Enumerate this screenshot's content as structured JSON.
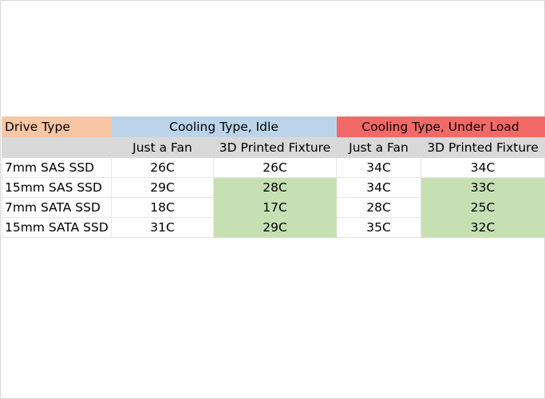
{
  "table": {
    "header1": {
      "drive_type": "Drive Type",
      "group_idle": "Cooling Type, Idle",
      "group_load": "Cooling Type, Under Load"
    },
    "header2": [
      "",
      "Just a Fan",
      "3D Printed Fixture",
      "Just a Fan",
      "3D Printed Fixture"
    ],
    "rows": [
      {
        "drive": "7mm SAS SSD",
        "idle_fan": "26C",
        "idle_fixture": "26C",
        "load_fan": "34C",
        "load_fixture": "34C"
      },
      {
        "drive": "15mm SAS SSD",
        "idle_fan": "29C",
        "idle_fixture": "28C",
        "load_fan": "34C",
        "load_fixture": "33C"
      },
      {
        "drive": "7mm SATA SSD",
        "idle_fan": "18C",
        "idle_fixture": "17C",
        "load_fan": "28C",
        "load_fixture": "25C"
      },
      {
        "drive": "15mm SATA SSD",
        "idle_fan": "31C",
        "idle_fixture": "29C",
        "load_fan": "35C",
        "load_fixture": "32C"
      }
    ],
    "colors": {
      "drive_type_header": "#f7c6a4",
      "idle_header": "#bcd4ea",
      "load_header": "#f26a68",
      "subheader": "#d9d9d9",
      "improved_cell": "#c6e0b4"
    }
  }
}
